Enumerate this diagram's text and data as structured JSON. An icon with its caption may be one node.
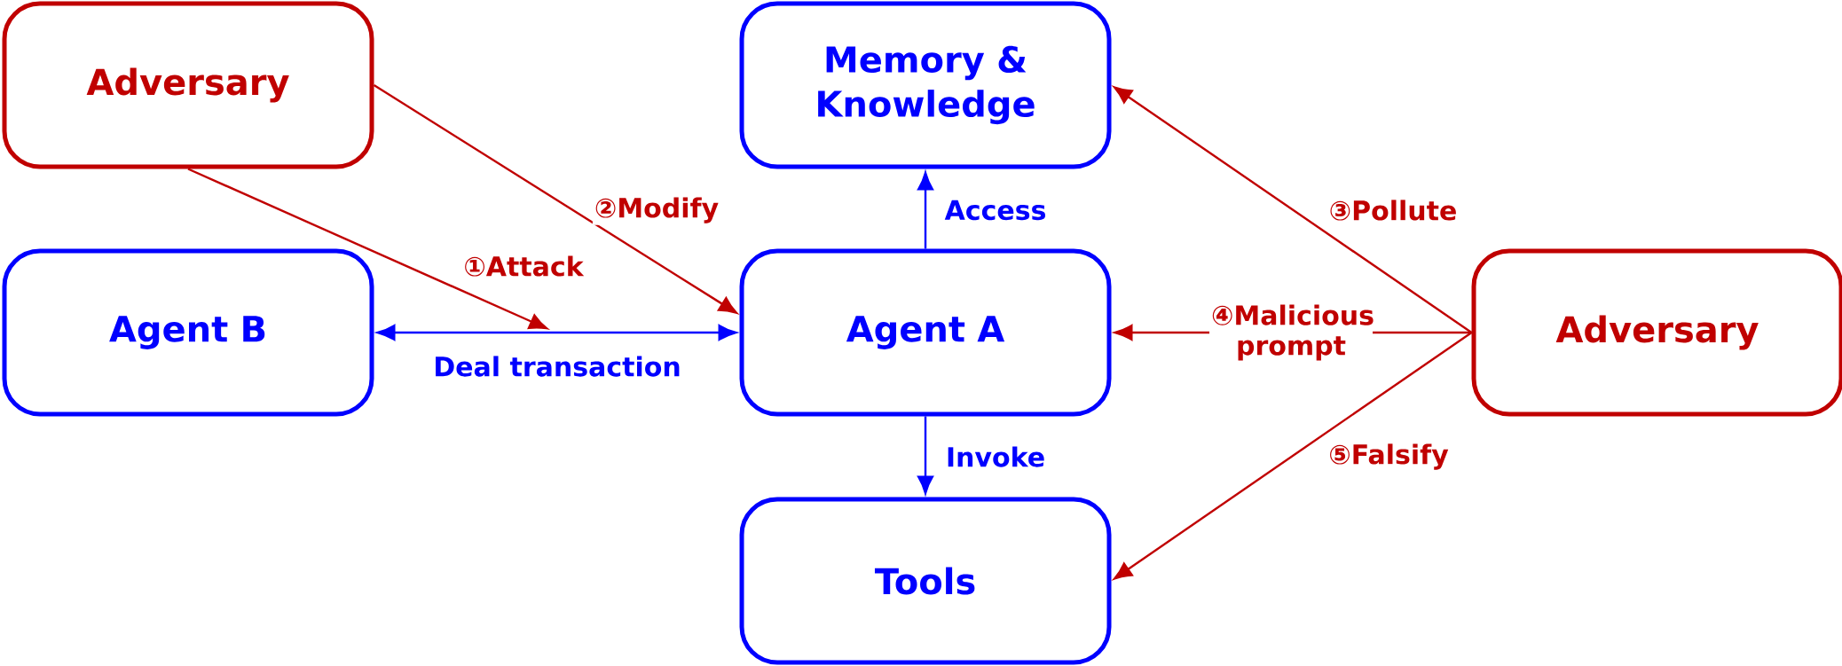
{
  "diagram": {
    "nodes": [
      {
        "text": [
          "Adversary"
        ]
      },
      {
        "text": [
          "Memory & Knowledge"
        ]
      },
      {
        "text": [
          "Agent B"
        ]
      },
      {
        "text": [
          "Agent A"
        ]
      },
      {
        "text": [
          "Adversary"
        ]
      },
      {
        "text": [
          "Tools"
        ]
      }
    ],
    "edges": [
      {
        "from": 0,
        "to": null,
        "arrow": "to",
        "label": "①Attack"
      },
      {
        "from": 0,
        "to": 3,
        "arrow": "to",
        "label": "②Modify"
      },
      {
        "from": 2,
        "to": 3,
        "arrow": "both",
        "label": "Deal transaction",
        "color": "#0000ff"
      },
      {
        "from": 3,
        "to": 1,
        "arrow": "to",
        "label": "Access",
        "color": "#0000ff"
      },
      {
        "from": 3,
        "to": 5,
        "arrow": "to",
        "label": "Invoke",
        "color": "#0000ff"
      },
      {
        "from": 4,
        "to": 1,
        "arrow": "to",
        "label": "③Pollute"
      },
      {
        "from": 4,
        "to": 3,
        "arrow": "to",
        "label": "④Malicious prompt"
      },
      {
        "from": 4,
        "to": 5,
        "arrow": "to",
        "label": "⑤Falsify"
      }
    ]
  }
}
